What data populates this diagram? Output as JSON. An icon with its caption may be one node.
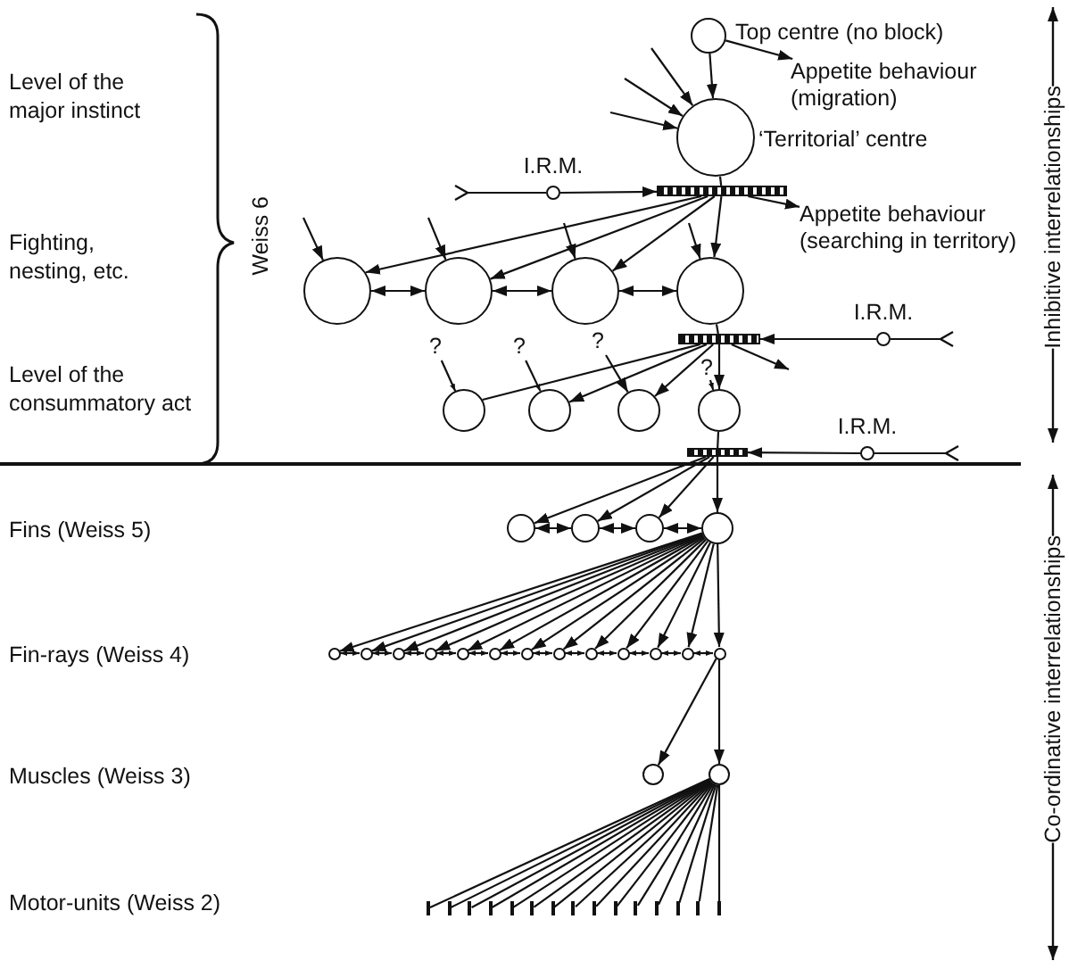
{
  "diagram": {
    "nodes": [
      {
        "text": [],
        "shape": "circle",
        "beside": [
          "Top centre (no block)"
        ]
      },
      {
        "text": [
          "Appetite behaviour (migration)"
        ]
      },
      {
        "text": [],
        "shape": "circle",
        "beside": [
          "‘Territorial’ centre"
        ]
      },
      {
        "text": [],
        "shape": "bar"
      },
      {
        "text": [
          "I.R.M."
        ]
      },
      {
        "text": [
          "Appetite behaviour (searching in territory)"
        ]
      },
      {
        "text": [],
        "shape": "circle"
      },
      {
        "text": [],
        "shape": "circle"
      },
      {
        "text": [],
        "shape": "circle"
      },
      {
        "text": [],
        "shape": "circle"
      },
      {
        "text": [],
        "shape": "bar"
      },
      {
        "text": [
          "I.R.M."
        ]
      },
      {
        "text": [
          "?"
        ]
      },
      {
        "text": [
          "?"
        ]
      },
      {
        "text": [
          "?"
        ]
      },
      {
        "text": [
          "?"
        ]
      },
      {
        "text": [],
        "shape": "circle"
      },
      {
        "text": [],
        "shape": "circle"
      },
      {
        "text": [],
        "shape": "circle"
      },
      {
        "text": [],
        "shape": "circle"
      },
      {
        "text": [],
        "shape": "bar"
      },
      {
        "text": [
          "I.R.M."
        ]
      },
      {
        "text": [],
        "shape": "circle"
      },
      {
        "text": [],
        "shape": "circle"
      },
      {
        "text": [],
        "shape": "circle"
      },
      {
        "text": [],
        "shape": "circle"
      },
      {
        "text": [],
        "shape": "circle"
      },
      {
        "text": [],
        "shape": "circle"
      },
      {
        "text": [],
        "shape": "circle"
      },
      {
        "text": [],
        "shape": "circle"
      },
      {
        "text": [],
        "shape": "circle"
      },
      {
        "text": [],
        "shape": "circle"
      },
      {
        "text": [],
        "shape": "circle"
      },
      {
        "text": [],
        "shape": "circle"
      },
      {
        "text": [],
        "shape": "circle"
      },
      {
        "text": [],
        "shape": "circle"
      },
      {
        "text": [],
        "shape": "circle"
      },
      {
        "text": [],
        "shape": "circle"
      },
      {
        "text": [],
        "shape": "circle"
      },
      {
        "text": [],
        "shape": "circle"
      },
      {
        "text": [],
        "shape": "circle"
      },
      {
        "text": [],
        "shape": "bar"
      },
      {
        "text": [],
        "shape": "bar"
      },
      {
        "text": [],
        "shape": "bar"
      },
      {
        "text": [],
        "shape": "bar"
      },
      {
        "text": [],
        "shape": "bar"
      },
      {
        "text": [],
        "shape": "bar"
      },
      {
        "text": [],
        "shape": "bar"
      },
      {
        "text": [],
        "shape": "bar"
      },
      {
        "text": [],
        "shape": "bar"
      },
      {
        "text": [],
        "shape": "bar"
      },
      {
        "text": [],
        "shape": "bar"
      },
      {
        "text": [],
        "shape": "bar"
      },
      {
        "text": [],
        "shape": "bar"
      },
      {
        "text": [],
        "shape": "bar"
      },
      {
        "text": [],
        "shape": "bar"
      }
    ],
    "edges": [
      {
        "from": null,
        "to": 2,
        "arrow": "to"
      },
      {
        "from": null,
        "to": 2,
        "arrow": "to"
      },
      {
        "from": null,
        "to": 2,
        "arrow": "to"
      },
      {
        "from": 0,
        "to": 1,
        "arrow": "to"
      },
      {
        "from": 0,
        "to": 2,
        "arrow": "to"
      },
      {
        "from": 2,
        "to": 3,
        "arrow": "none"
      },
      {
        "from": null,
        "to": 4,
        "arrow": "other"
      },
      {
        "from": 4,
        "to": 3,
        "arrow": "to"
      },
      {
        "from": 3,
        "to": 6,
        "arrow": "to"
      },
      {
        "from": 3,
        "to": 7,
        "arrow": "to"
      },
      {
        "from": 3,
        "to": 8,
        "arrow": "to"
      },
      {
        "from": 3,
        "to": 9,
        "arrow": "to"
      },
      {
        "from": 3,
        "to": 5,
        "arrow": "to"
      },
      {
        "from": null,
        "to": 6,
        "arrow": "to"
      },
      {
        "from": null,
        "to": 7,
        "arrow": "to"
      },
      {
        "from": null,
        "to": 8,
        "arrow": "to"
      },
      {
        "from": null,
        "to": 9,
        "arrow": "to"
      },
      {
        "from": 6,
        "to": 7,
        "arrow": "both"
      },
      {
        "from": 7,
        "to": 8,
        "arrow": "both"
      },
      {
        "from": 8,
        "to": 9,
        "arrow": "both"
      },
      {
        "from": 9,
        "to": 10,
        "arrow": "none"
      },
      {
        "from": null,
        "to": 11,
        "arrow": "other"
      },
      {
        "from": 11,
        "to": 10,
        "arrow": "to"
      },
      {
        "from": 10,
        "to": 16,
        "arrow": "none"
      },
      {
        "from": 10,
        "to": 17,
        "arrow": "to"
      },
      {
        "from": 10,
        "to": 18,
        "arrow": "to"
      },
      {
        "from": 10,
        "to": 19,
        "arrow": "to"
      },
      {
        "from": 10,
        "to": null,
        "arrow": "to"
      },
      {
        "from": 12,
        "to": 16,
        "arrow": "to"
      },
      {
        "from": 13,
        "to": 17,
        "arrow": "to"
      },
      {
        "from": 14,
        "to": 18,
        "arrow": "to"
      },
      {
        "from": 15,
        "to": 19,
        "arrow": "to"
      },
      {
        "from": 19,
        "to": 20,
        "arrow": "none"
      },
      {
        "from": null,
        "to": 21,
        "arrow": "other"
      },
      {
        "from": 21,
        "to": 20,
        "arrow": "to"
      },
      {
        "from": 20,
        "to": 22,
        "arrow": "to"
      },
      {
        "from": 20,
        "to": 23,
        "arrow": "to"
      },
      {
        "from": 20,
        "to": 24,
        "arrow": "to"
      },
      {
        "from": 20,
        "to": 25,
        "arrow": "to"
      },
      {
        "from": 22,
        "to": 23,
        "arrow": "both"
      },
      {
        "from": 23,
        "to": 24,
        "arrow": "both"
      },
      {
        "from": 24,
        "to": 25,
        "arrow": "both"
      },
      {
        "from": 25,
        "to": 26,
        "arrow": "to"
      },
      {
        "from": 25,
        "to": 27,
        "arrow": "to"
      },
      {
        "from": 25,
        "to": 28,
        "arrow": "to"
      },
      {
        "from": 25,
        "to": 29,
        "arrow": "to"
      },
      {
        "from": 25,
        "to": 30,
        "arrow": "to"
      },
      {
        "from": 25,
        "to": 31,
        "arrow": "to"
      },
      {
        "from": 25,
        "to": 32,
        "arrow": "to"
      },
      {
        "from": 25,
        "to": 33,
        "arrow": "to"
      },
      {
        "from": 25,
        "to": 34,
        "arrow": "to"
      },
      {
        "from": 25,
        "to": 35,
        "arrow": "to"
      },
      {
        "from": 25,
        "to": 36,
        "arrow": "to"
      },
      {
        "from": 25,
        "to": 37,
        "arrow": "to"
      },
      {
        "from": 25,
        "to": 38,
        "arrow": "to"
      },
      {
        "from": 26,
        "to": 27,
        "arrow": "both"
      },
      {
        "from": 27,
        "to": 28,
        "arrow": "both"
      },
      {
        "from": 28,
        "to": 29,
        "arrow": "both"
      },
      {
        "from": 29,
        "to": 30,
        "arrow": "both"
      },
      {
        "from": 30,
        "to": 31,
        "arrow": "both"
      },
      {
        "from": 31,
        "to": 32,
        "arrow": "both"
      },
      {
        "from": 32,
        "to": 33,
        "arrow": "both"
      },
      {
        "from": 33,
        "to": 34,
        "arrow": "both"
      },
      {
        "from": 34,
        "to": 35,
        "arrow": "both"
      },
      {
        "from": 35,
        "to": 36,
        "arrow": "both"
      },
      {
        "from": 36,
        "to": 37,
        "arrow": "both"
      },
      {
        "from": 37,
        "to": 38,
        "arrow": "both"
      },
      {
        "from": 38,
        "to": 39,
        "arrow": "to"
      },
      {
        "from": 38,
        "to": 40,
        "arrow": "to"
      },
      {
        "from": 40,
        "to": 41,
        "arrow": "none"
      },
      {
        "from": 40,
        "to": 42,
        "arrow": "none"
      },
      {
        "from": 40,
        "to": 43,
        "arrow": "none"
      },
      {
        "from": 40,
        "to": 44,
        "arrow": "none"
      },
      {
        "from": 40,
        "to": 45,
        "arrow": "none"
      },
      {
        "from": 40,
        "to": 46,
        "arrow": "none"
      },
      {
        "from": 40,
        "to": 47,
        "arrow": "none"
      },
      {
        "from": 40,
        "to": 48,
        "arrow": "none"
      },
      {
        "from": 40,
        "to": 49,
        "arrow": "none"
      },
      {
        "from": 40,
        "to": 50,
        "arrow": "none"
      },
      {
        "from": 40,
        "to": 51,
        "arrow": "none"
      },
      {
        "from": 40,
        "to": 52,
        "arrow": "none"
      },
      {
        "from": 40,
        "to": 53,
        "arrow": "none"
      },
      {
        "from": 40,
        "to": 54,
        "arrow": "none"
      },
      {
        "from": 40,
        "to": 55,
        "arrow": "none"
      }
    ],
    "labels": [
      "Level of the major instinct",
      "Fighting, nesting, etc.",
      "Level of the consummatory act",
      "Weiss 6",
      "Inhibitive interrelationships",
      "Fins (Weiss 5)",
      "Fin-rays (Weiss 4)",
      "Muscles (Weiss 3)",
      "Motor-units (Weiss 2)",
      "Co-ordinative interrelationships"
    ]
  }
}
